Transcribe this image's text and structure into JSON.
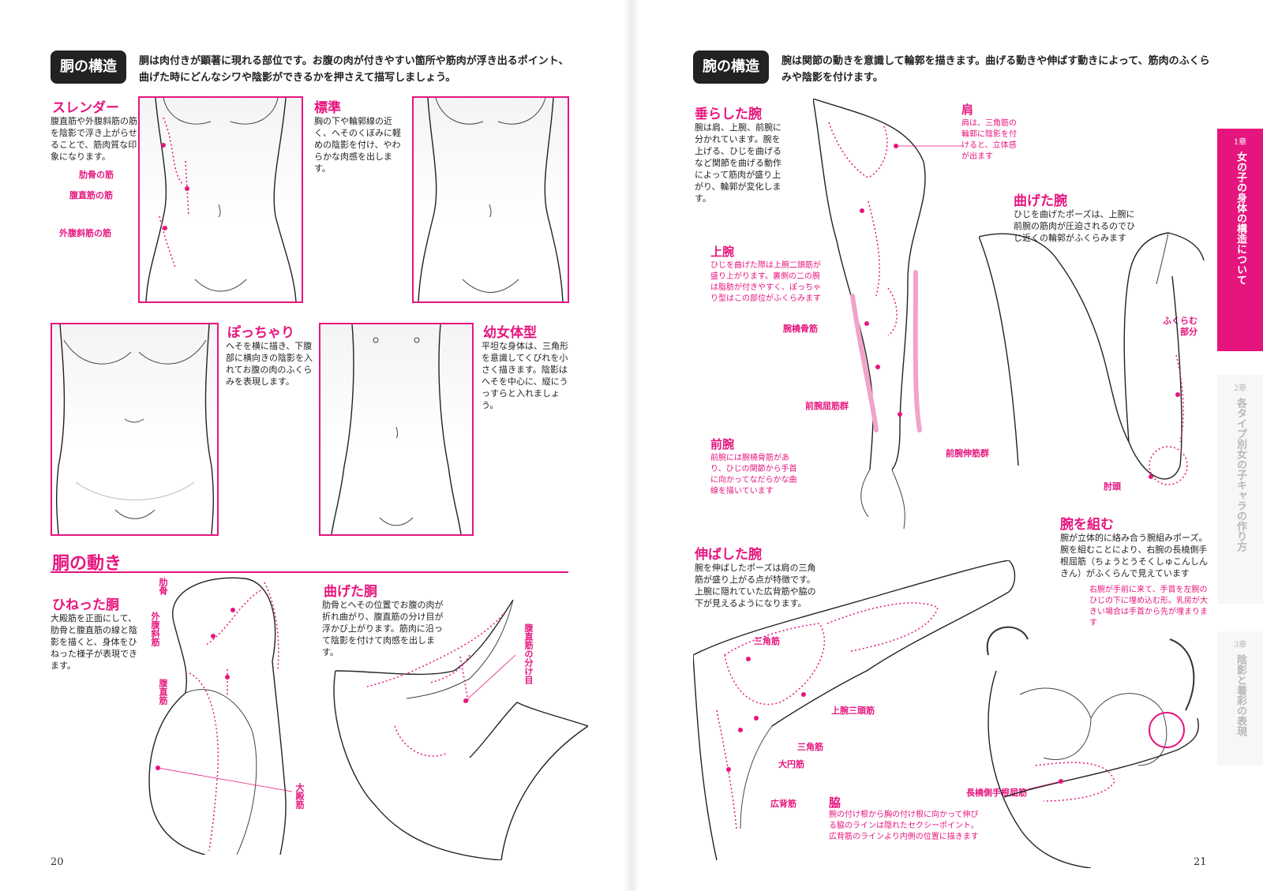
{
  "left_page": {
    "page_number": "20",
    "label": "胴の構造",
    "intro_lines": [
      "胴は肉付きが顕著に現れる部位です。お腹の肉が付きやすい箇所や筋肉が浮き出るポイント、",
      "曲げた時にどんなシワや陰影ができるかを押さえて描写しましょう。"
    ],
    "slender": {
      "title": "スレンダー",
      "body": "腹直筋や外腹斜筋の筋を陰影で浮き上がらせることで、筋肉質な印象になります。",
      "callouts": [
        "肋骨の筋",
        "腹直筋の筋",
        "外腹斜筋の筋"
      ]
    },
    "standard": {
      "title": "標準",
      "body": "胸の下や輪郭線の近く、へそのくぼみに軽めの陰影を付け、やわらかな肉感を出します。"
    },
    "chubby": {
      "title": "ぽっちゃり",
      "body": "へそを横に描き、下腹部に横向きの陰影を入れてお腹の肉のふくらみを表現します。"
    },
    "child": {
      "title": "幼女体型",
      "body": "平坦な身体は、三角形を意識してくびれを小さく描きます。陰影はへそを中心に、縦にうっすらと入れましょう。"
    },
    "movement_title": "胴の動き",
    "twisted": {
      "title": "ひねった胴",
      "body": "大殿筋を正面にして、肋骨と腹直筋の線と陰影を描くと、身体をひねった様子が表現できます。",
      "callouts": [
        "肋骨",
        "外腹斜筋",
        "腹直筋",
        "大殿筋"
      ]
    },
    "bent": {
      "title": "曲げた胴",
      "body": "肋骨とへその位置でお腹の肉が折れ曲がり、腹直筋の分け目が浮かび上がります。筋肉に沿って陰影を付けて肉感を出します。",
      "callouts": [
        "腹直筋の分け目"
      ]
    }
  },
  "right_page": {
    "page_number": "21",
    "label": "腕の構造",
    "intro_lines": [
      "腕は関節の動きを意識して輪郭を描きます。曲げる動きや伸ばす動きによって、筋肉のふくら",
      "みや陰影を付けます。"
    ],
    "hanging": {
      "title": "垂らした腕",
      "body": "腕は肩、上腕、前腕に分かれています。腕を上げる、ひじを曲げるなど関節を曲げる動作によって筋肉が盛り上がり、輪郭が変化します。"
    },
    "shoulder": {
      "title": "肩",
      "body": "肩は、三角筋の輪郭に陰影を付けると、立体感が出ます"
    },
    "upper_arm": {
      "title": "上腕",
      "body": "ひじを曲げた際は上腕二頭筋が盛り上がります。裏側の二の腕は脂肪が付きやすく、ぽっちゃり型はこの部位がふくらみます"
    },
    "forearm": {
      "title": "前腕",
      "body": "前腕には腕橈骨筋があり、ひじの関節から手首に向かってなだらかな曲線を描いています"
    },
    "arm_callouts": [
      "腕橈骨筋",
      "前腕屈筋群",
      "前腕伸筋群"
    ],
    "bent_arm": {
      "title": "曲げた腕",
      "body": "ひじを曲げたポーズは、上腕に前腕の筋肉が圧迫されるのでひじ近くの輪郭がふくらみます",
      "callouts": [
        "ふくらむ部分",
        "肘頭"
      ]
    },
    "extended_arm": {
      "title": "伸ばした腕",
      "body": "腕を伸ばしたポーズは肩の三角筋が盛り上がる点が特徴です。上腕に隠れていた広背筋や脇の下が見えるようになります。",
      "callouts": [
        "三角筋",
        "上腕三頭筋",
        "三角筋",
        "大円筋",
        "広背筋"
      ]
    },
    "armpit": {
      "title": "脇",
      "body": "腕の付け根から胸の付け根に向かって伸びる脇のラインは隠れたセクシーポイント。広背筋のラインより内側の位置に描きます"
    },
    "crossed_arms": {
      "title": "腕を組む",
      "body": "腕が立体的に絡み合う腕組みポーズ。腕を組むことにより、右腕の長橈側手根屈筋（ちょうとうそくしゅこんしんきん）がふくらんで見えています",
      "note": "右腕が手前に来て、手首を左腕のひじの下に埋め込む形。乳房が大きい場合は手首から先が埋まります",
      "callouts": [
        "長橈側手根屈筋"
      ]
    }
  },
  "chapter_tabs": [
    {
      "num": "1章",
      "text": "女の子の身体の構造について",
      "active": true
    },
    {
      "num": "2章",
      "text": "各タイプ別女の子キャラの作り方",
      "active": false
    },
    {
      "num": "3章",
      "text": "陰影と着彩の表現",
      "active": false
    }
  ],
  "colors": {
    "accent": "#e6157e",
    "label_bg": "#222222"
  }
}
